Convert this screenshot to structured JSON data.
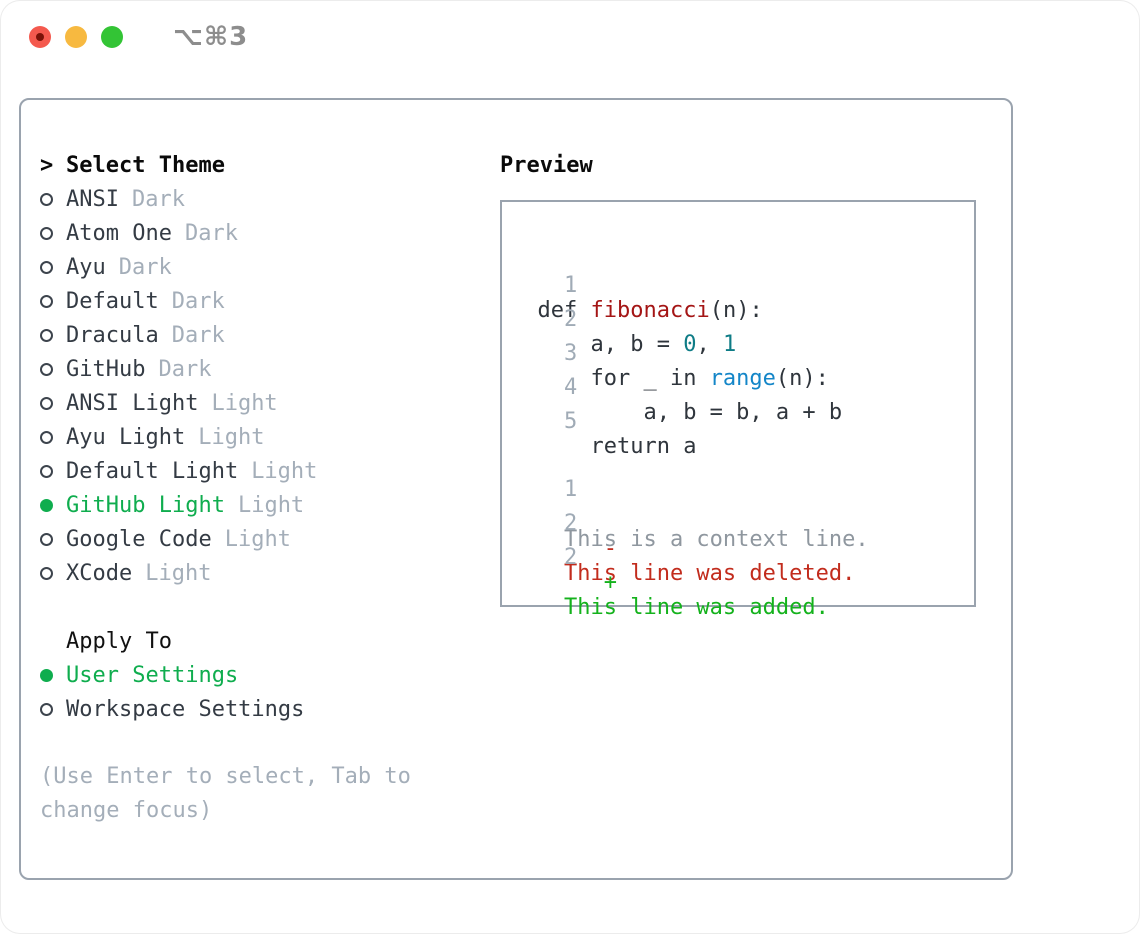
{
  "window": {
    "title": "⌥⌘3"
  },
  "colors": {
    "panel_border": "#9aa3ae",
    "item_text": "#343b44",
    "muted_gray": "#a4aeb9",
    "header_black": "#0a0a0a",
    "accent_green": "#0fad4e",
    "code_text": "#2f353c",
    "line_number_gray": "#a0abb6",
    "function_red": "#a41515",
    "literal_teal": "#0e7c86",
    "builtin_blue": "#1486c8",
    "diff_context": "#8f979f",
    "diff_deleted": "#c22c1d",
    "diff_added": "#14b21c",
    "traffic_red": "#f4594e",
    "traffic_red_dot": "#7a1208",
    "traffic_yellow": "#f7b940",
    "traffic_green": "#33c435",
    "title_gray": "#8d8d8d"
  },
  "theme_selector": {
    "header_prefix": ">",
    "header_label": "Select Theme",
    "items": [
      {
        "name": "ANSI",
        "variant": "Dark",
        "selected": false
      },
      {
        "name": "Atom One",
        "variant": "Dark",
        "selected": false
      },
      {
        "name": "Ayu",
        "variant": "Dark",
        "selected": false
      },
      {
        "name": "Default",
        "variant": "Dark",
        "selected": false
      },
      {
        "name": "Dracula",
        "variant": "Dark",
        "selected": false
      },
      {
        "name": "GitHub",
        "variant": "Dark",
        "selected": false
      },
      {
        "name": "ANSI Light",
        "variant": "Light",
        "selected": false
      },
      {
        "name": "Ayu Light",
        "variant": "Light",
        "selected": false
      },
      {
        "name": "Default Light",
        "variant": "Light",
        "selected": false
      },
      {
        "name": "GitHub Light",
        "variant": "Light",
        "selected": true
      },
      {
        "name": "Google Code",
        "variant": "Light",
        "selected": false
      },
      {
        "name": "XCode",
        "variant": "Light",
        "selected": false
      }
    ]
  },
  "apply_to": {
    "header": "Apply To",
    "options": [
      {
        "label": "User Settings",
        "selected": true
      },
      {
        "label": "Workspace Settings",
        "selected": false
      }
    ]
  },
  "hint": "(Use Enter to select, Tab to change focus)",
  "preview": {
    "header": "Preview",
    "code_lines": [
      {
        "number": "1",
        "segments": [
          {
            "t": "def ",
            "c": "text"
          },
          {
            "t": "fibonacci",
            "c": "function"
          },
          {
            "t": "(n):",
            "c": "text"
          }
        ]
      },
      {
        "number": "2",
        "segments": [
          {
            "t": "    a, b = ",
            "c": "text"
          },
          {
            "t": "0",
            "c": "number"
          },
          {
            "t": ", ",
            "c": "text"
          },
          {
            "t": "1",
            "c": "number"
          }
        ]
      },
      {
        "number": "3",
        "segments": [
          {
            "t": "    for _ in ",
            "c": "text"
          },
          {
            "t": "range",
            "c": "builtin"
          },
          {
            "t": "(n):",
            "c": "text"
          }
        ]
      },
      {
        "number": "4",
        "segments": [
          {
            "t": "        a, b = b, a + b",
            "c": "text"
          }
        ]
      },
      {
        "number": "5",
        "segments": [
          {
            "t": "    return a",
            "c": "text"
          }
        ]
      }
    ],
    "diff_lines": [
      {
        "number": "1",
        "prefix": "     ",
        "text": "This is a context line.",
        "kind": "context"
      },
      {
        "number": "2",
        "prefix": "   - ",
        "text": "This line was deleted.",
        "kind": "deleted"
      },
      {
        "number": "2",
        "prefix": "   + ",
        "text": "This line was added.",
        "kind": "added"
      }
    ]
  }
}
